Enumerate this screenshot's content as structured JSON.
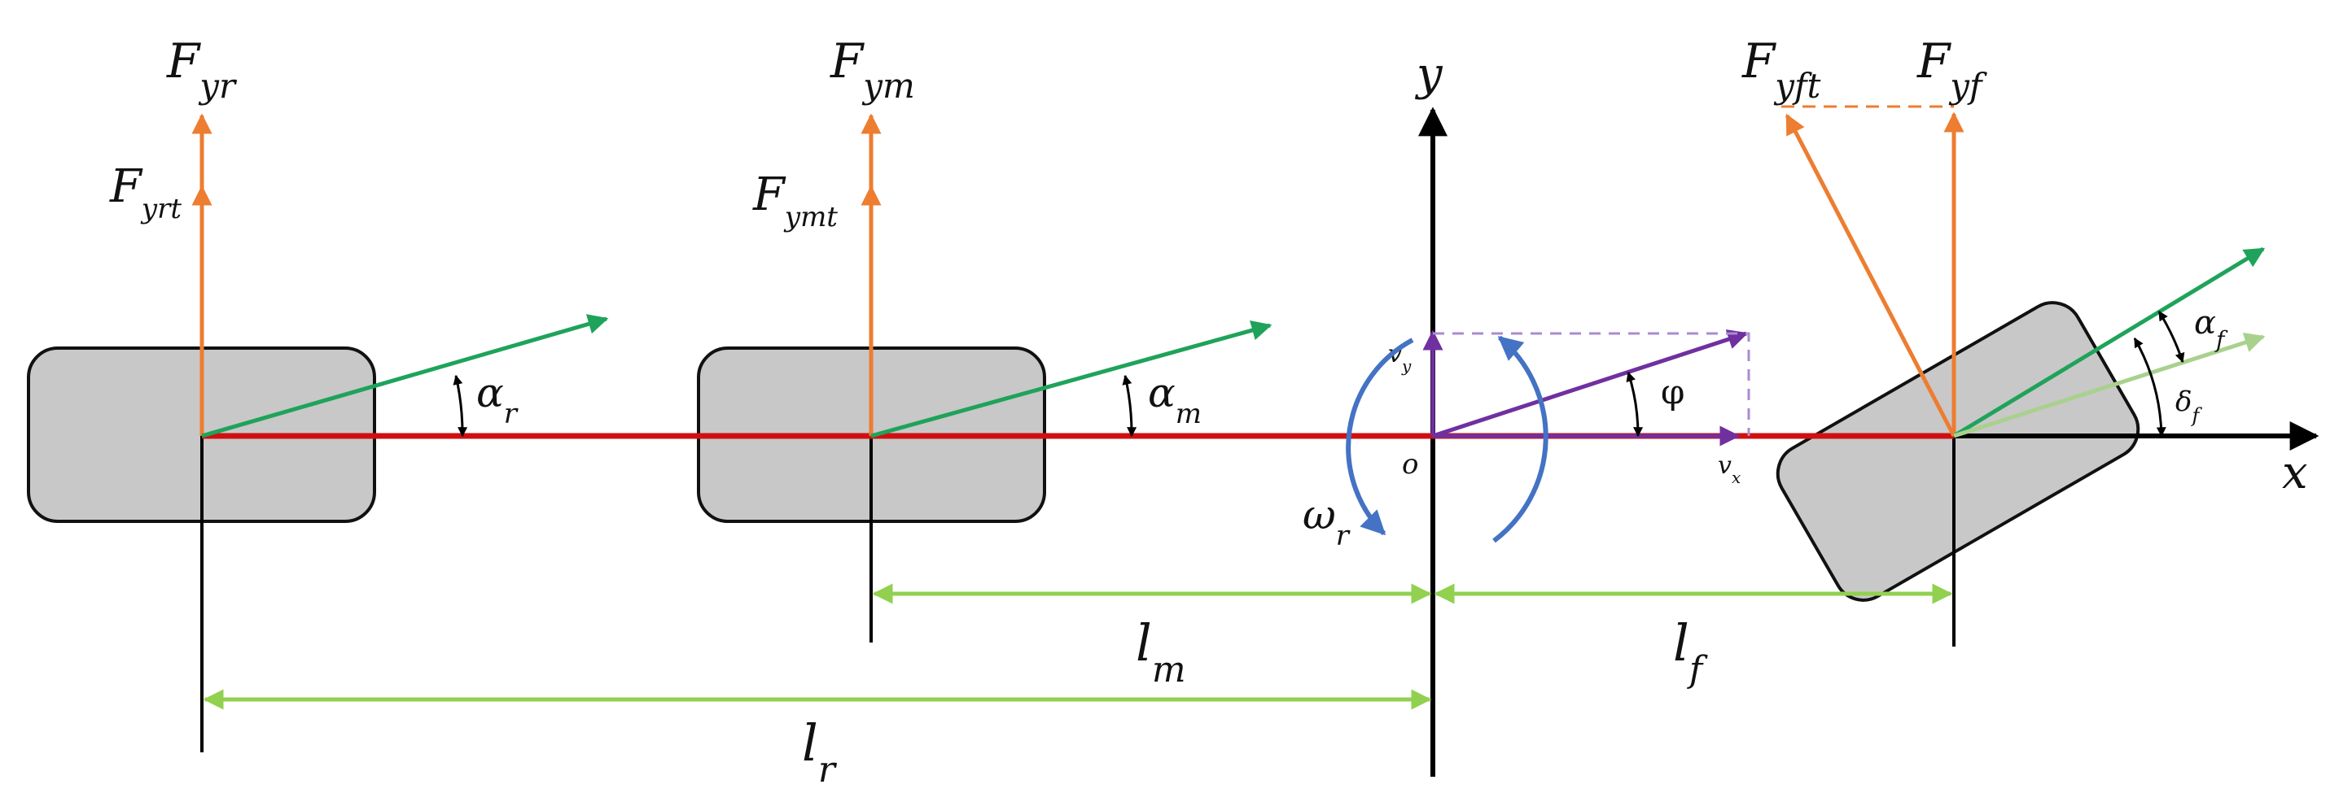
{
  "axes": {
    "x_label": "x",
    "y_label": "y",
    "origin_label": "o"
  },
  "forces": {
    "rear": {
      "main": "F",
      "main_sub": "yr",
      "tire": "F",
      "tire_sub": "yrt"
    },
    "middle": {
      "main": "F",
      "main_sub": "ym",
      "tire": "F",
      "tire_sub": "ymt"
    },
    "front": {
      "main": "F",
      "main_sub": "yf",
      "tire": "F",
      "tire_sub": "yft"
    }
  },
  "angles": {
    "alpha_r": {
      "sym": "α",
      "sub": "r"
    },
    "alpha_m": {
      "sym": "α",
      "sub": "m"
    },
    "alpha_f": {
      "sym": "α",
      "sub": "f"
    },
    "delta_f": {
      "sym": "δ",
      "sub": "f"
    },
    "phi": "φ"
  },
  "velocities": {
    "vx": {
      "sym": "v",
      "sub": "x"
    },
    "vy": {
      "sym": "v",
      "sub": "y"
    },
    "omega": {
      "sym": "ω",
      "sub": "r"
    }
  },
  "distances": {
    "l_m": {
      "sym": "l",
      "sub": "m"
    },
    "l_f": {
      "sym": "l",
      "sub": "f"
    },
    "l_r": {
      "sym": "l",
      "sub": "r"
    }
  },
  "colors": {
    "force": "#ED7D31",
    "velocity_direction": "#1FA35A",
    "steer_direction": "#A9D18E",
    "body_axis": "#D01010",
    "dimension": "#92D050",
    "yaw": "#4472C4",
    "velocity": "#7030A0",
    "wheel_fill": "#C8C8C8",
    "axis": "#000000"
  }
}
